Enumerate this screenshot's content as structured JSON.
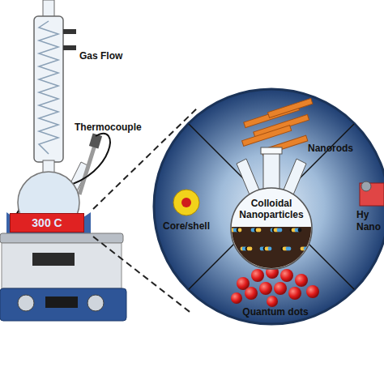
{
  "diagram": {
    "nodes": [
      {
        "text": [
          "300 C"
        ]
      },
      {
        "text": [
          "Colloidal Nanoparticles"
        ]
      }
    ],
    "labels": [
      "Gas Flow",
      "Thermocouple",
      "Nanorods",
      "Core/shell",
      "Hy",
      "Nano",
      "Quantum dots"
    ]
  }
}
